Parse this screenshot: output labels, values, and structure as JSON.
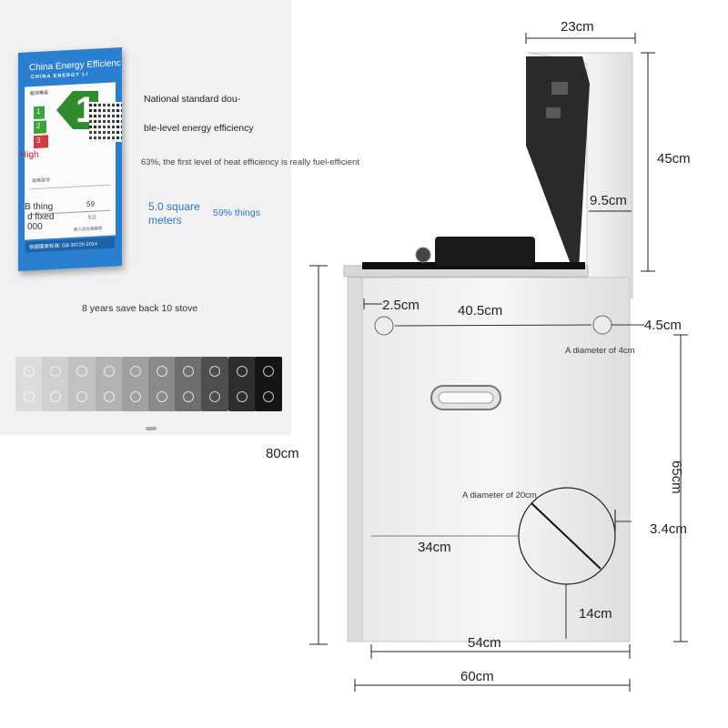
{
  "energy_label": {
    "header": "China Energy Efficienc",
    "subheader": "CHINA ENERGY LI",
    "grade_title": "能效等级",
    "grade_number": "1",
    "levels": [
      "1",
      "2",
      "3"
    ],
    "high_label": "High",
    "model_label": "规格型号:",
    "row1_text": "B thing",
    "row1_value": "59",
    "row2_text": "d fixed",
    "row3_text": "000",
    "row2_value": "5.0",
    "footer_note": "嵌入式灶具国家",
    "footer": "依据国家标准: GB 30720-2014"
  },
  "texts": {
    "national_line1": "National standard dou-",
    "national_line2": "ble-level energy efficiency",
    "heat_efficiency": "63%, the first level of heat efficiency is really fuel-efficient",
    "square_meters_line1": "5.0 square",
    "square_meters_line2": "meters",
    "things": "59% things",
    "save_back": "8 years save back 10 stove"
  },
  "dimensions": {
    "top_width": "23cm",
    "hood_height": "45cm",
    "hood_depth": "9.5cm",
    "edge_offset": "2.5cm",
    "hole_spacing": "40.5cm",
    "right_offset": "4.5cm",
    "hole_diameter_note": "A diameter of 4cm",
    "cabinet_height": "65cm",
    "total_height": "80cm",
    "duct_diameter_note": "A diameter of 20cm",
    "duct_side": "3.4cm",
    "duct_offset": "34cm",
    "duct_bottom": "14cm",
    "inner_width": "54cm",
    "total_width": "60cm"
  },
  "colors": {
    "label_blue": "#2b7fd0",
    "grade_green": "#3aa53a",
    "grade_red": "#d63a3a",
    "text_blue": "#2a78c8"
  }
}
